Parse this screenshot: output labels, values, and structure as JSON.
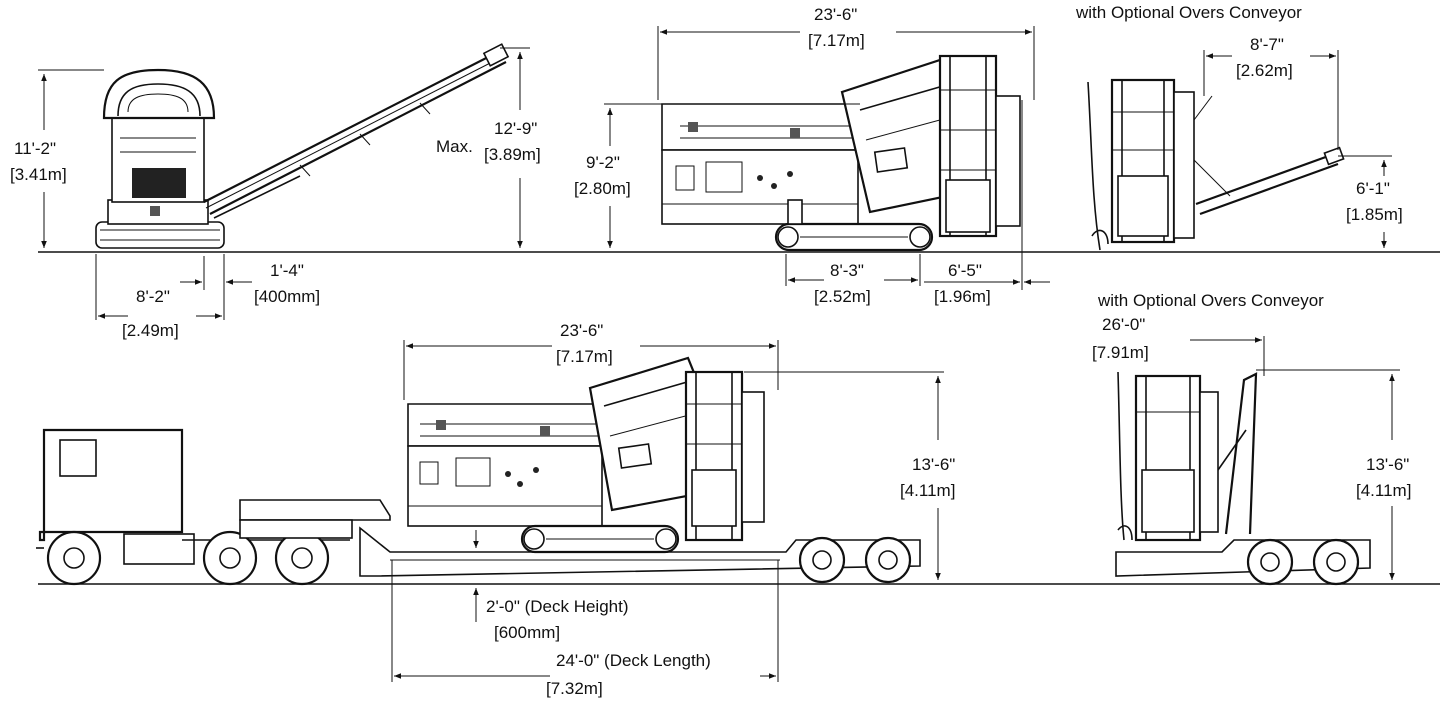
{
  "labels": {
    "optional_top": "with Optional Overs Conveyor",
    "optional_bottom": "with Optional Overs Conveyor",
    "end_height_ft": "11'-2\"",
    "end_height_m": "[3.41m]",
    "max_label": "Max.",
    "conveyor_height_ft": "12'-9\"",
    "conveyor_height_m": "[3.89m]",
    "end_width_ft": "8'-2\"",
    "end_width_m": "[2.49m]",
    "clearance_ft": "1'-4\"",
    "clearance_mm": "[400mm]",
    "side_length_ft": "23'-6\"",
    "side_length_m": "[7.17m]",
    "side_height_ft": "9'-2\"",
    "side_height_m": "[2.80m]",
    "track_length_ft": "8'-3\"",
    "track_length_m": "[2.52m]",
    "overhang_ft": "6'-5\"",
    "overhang_m": "[1.96m]",
    "opt_width_ft": "8'-7\"",
    "opt_width_m": "[2.62m]",
    "opt_height_ft": "6'-1\"",
    "opt_height_m": "[1.85m]",
    "trans_length_ft": "23'-6\"",
    "trans_length_m": "[7.17m]",
    "trans_height_ft": "13'-6\"",
    "trans_height_m": "[4.11m]",
    "deck_height_ft": "2'-0\" (Deck Height)",
    "deck_height_mm": "[600mm]",
    "deck_length_ft": "24'-0\" (Deck Length)",
    "deck_length_m": "[7.32m]",
    "opt_trans_length_ft": "26'-0\"",
    "opt_trans_length_m": "[7.91m]",
    "opt_trans_height_ft": "13'-6\"",
    "opt_trans_height_m": "[4.11m]"
  },
  "colors": {
    "line": "#111111",
    "background": "#ffffff"
  }
}
